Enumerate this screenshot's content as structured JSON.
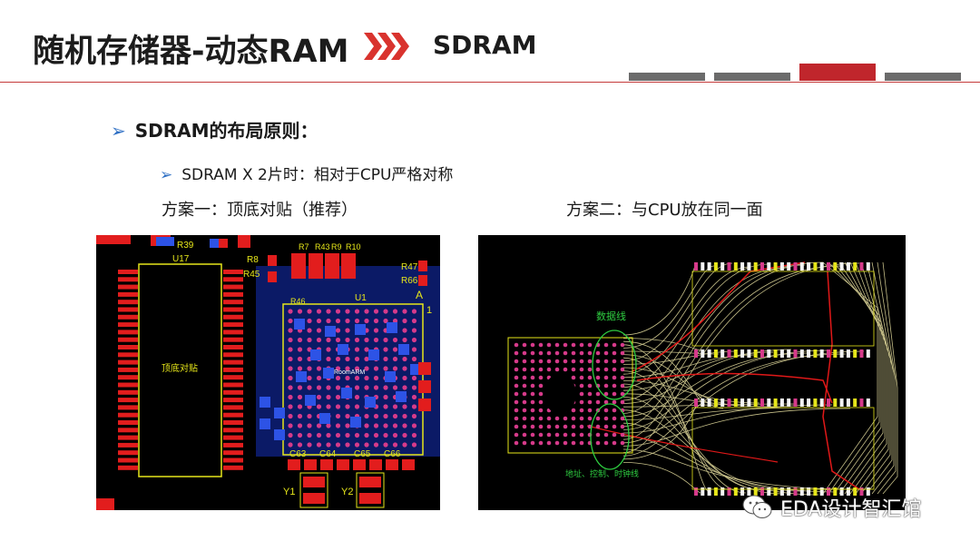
{
  "header": {
    "title": "随机存储器-动态RAM",
    "subtitle": "SDRAM",
    "colors": {
      "accent": "#c0262c",
      "tab": "#6b6b6b",
      "chevron": "#d9332e"
    }
  },
  "bullets": {
    "level1": "SDRAM的布局原则：",
    "level2": "SDRAM X 2片时：相对于CPU严格对称"
  },
  "left_image": {
    "caption": "方案一：顶底对贴（推荐）",
    "labels": {
      "r39": "R39",
      "u17": "U17",
      "r7": "R7",
      "r43": "R43",
      "r9": "R9",
      "r10": "R10",
      "r8": "R8",
      "r45": "R45",
      "r47": "R47",
      "r66": "R66",
      "r46": "R46",
      "u1": "U1",
      "a": "A",
      "one": "1",
      "chip_text": "顶底对贴",
      "room": "RoomARM",
      "c63": "C63",
      "c64": "C64",
      "c65": "C65",
      "c66": "C66",
      "y1": "Y1",
      "y2": "Y2"
    }
  },
  "right_image": {
    "caption": "方案二：与CPU放在同一面",
    "data_lines_label": "数据线",
    "addr_lines_label": "地址、控制、时钟线"
  },
  "watermark": {
    "text": "EDA设计智汇馆",
    "icon": "wechat-icon"
  }
}
